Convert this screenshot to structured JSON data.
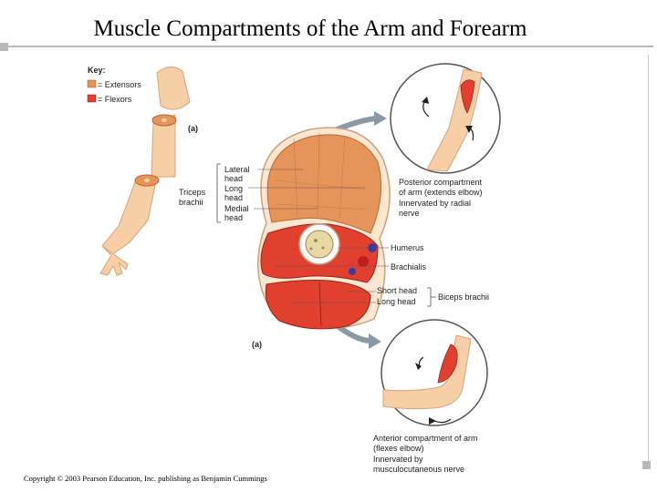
{
  "title": "Muscle Compartments of the Arm and Forearm",
  "copyright": "Copyright © 2003 Pearson Education, Inc. publishing as Benjamin Cummings",
  "key": {
    "heading": "Key:",
    "items": [
      {
        "label": "= Extensors",
        "color": "#e6955a"
      },
      {
        "label": "= Flexors",
        "color": "#e2402f"
      }
    ]
  },
  "panel_marker_top": "(a)",
  "panel_marker_bottom": "(a)",
  "triceps": {
    "label_line1": "Triceps",
    "label_line2": "brachii",
    "heads": [
      "Lateral",
      "head",
      "Long",
      "head",
      "Medial",
      "head"
    ]
  },
  "structures": {
    "humerus": "Humerus",
    "brachialis": "Brachialis",
    "short_head": "Short head",
    "long_head": "Long head",
    "biceps": "Biceps brachii"
  },
  "posterior": [
    "Posterior compartment",
    "of arm (extends elbow)",
    "Innervated by radial",
    "nerve"
  ],
  "anterior": [
    "Anterior compartment of arm",
    "(flexes elbow)",
    "Innervated by",
    "musculocutaneous nerve"
  ],
  "colors": {
    "extensor": "#e6955a",
    "flexor": "#e2402f",
    "skin": "#f6cfa6",
    "bone": "#e8d8a4",
    "nerve_blue": "#3a3aa0",
    "artery_red": "#c21d1d",
    "arrow_gray": "#8a9aa5"
  }
}
